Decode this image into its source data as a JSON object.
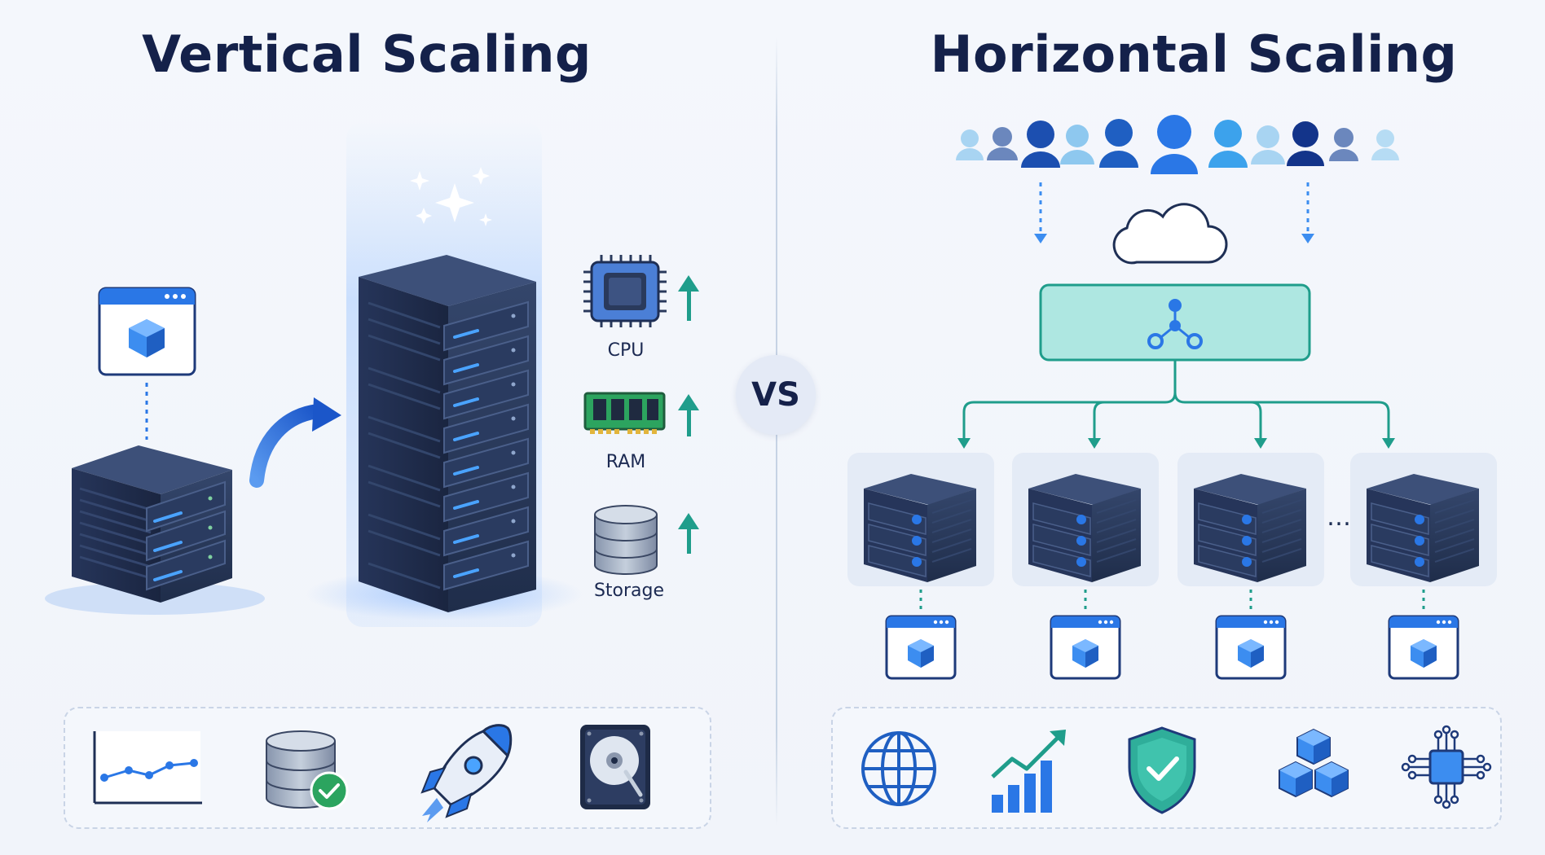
{
  "titles": {
    "vertical": "Vertical Scaling",
    "horizontal": "Horizontal Scaling"
  },
  "vs_label": "VS",
  "resources": [
    {
      "label": "CPU",
      "icon": "cpu-chip-icon"
    },
    {
      "label": "RAM",
      "icon": "ram-module-icon"
    },
    {
      "label": "Storage",
      "icon": "storage-stack-icon"
    }
  ],
  "colors": {
    "server_dark": "#2a3a5c",
    "accent_blue": "#2a77e6",
    "teal": "#1f9d8b",
    "load_balancer_fill": "#aee7e1"
  },
  "left_panel_icons": [
    "line-chart-icon",
    "database-check-icon",
    "rocket-icon",
    "hard-drive-icon"
  ],
  "right_panel_icons": [
    "globe-icon",
    "growth-chart-icon",
    "shield-check-icon",
    "cubes-icon",
    "circuit-chip-icon"
  ],
  "ellipsis": "…"
}
